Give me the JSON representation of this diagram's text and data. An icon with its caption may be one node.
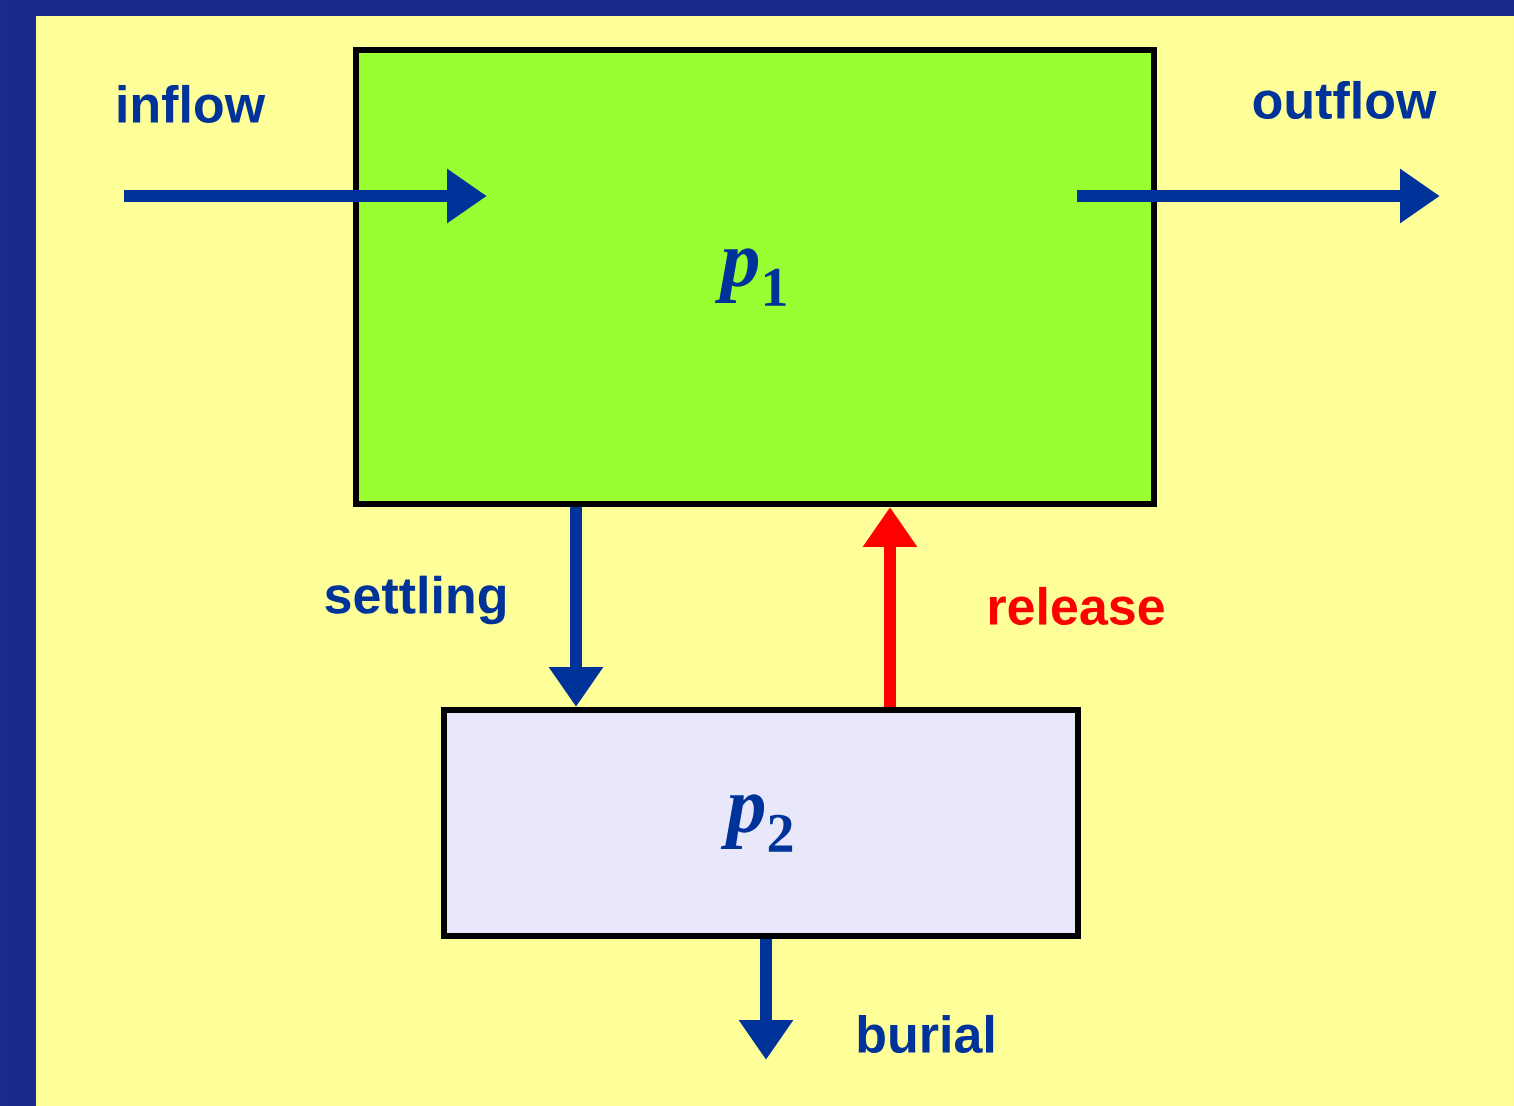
{
  "diagram": {
    "nodes": [
      {
        "text": [
          "*p*$_{1}$"
        ]
      },
      {
        "text": [
          "*p*$_{2}$"
        ]
      }
    ],
    "edges": [
      {
        "from": null,
        "to": 0,
        "arrow": "to",
        "label": "inflow"
      },
      {
        "from": 0,
        "to": null,
        "arrow": "to",
        "label": "outflow"
      },
      {
        "from": 0,
        "to": 1,
        "arrow": "to",
        "label": "settling"
      },
      {
        "from": 1,
        "to": 0,
        "arrow": "to",
        "label": "release",
        "color": "#ff0000"
      },
      {
        "from": 1,
        "to": null,
        "arrow": "to",
        "label": "burial"
      }
    ]
  }
}
